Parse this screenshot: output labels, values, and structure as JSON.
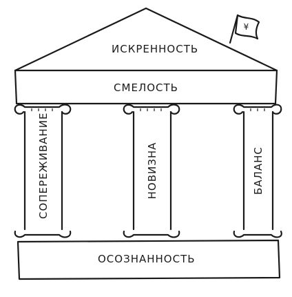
{
  "temple": {
    "roof_label": "ИСКРЕННОСТЬ",
    "beam_label": "СМЕЛОСТЬ",
    "base_label": "ОСОЗНАННОСТЬ",
    "pillars": [
      {
        "label": "СОПЕРЕЖИВАНИЕ"
      },
      {
        "label": "НОВИЗНА"
      },
      {
        "label": "БАЛАНС"
      }
    ],
    "flag_symbol": "¥"
  },
  "colors": {
    "ink": "#1a1a1a",
    "paper": "#ffffff"
  }
}
